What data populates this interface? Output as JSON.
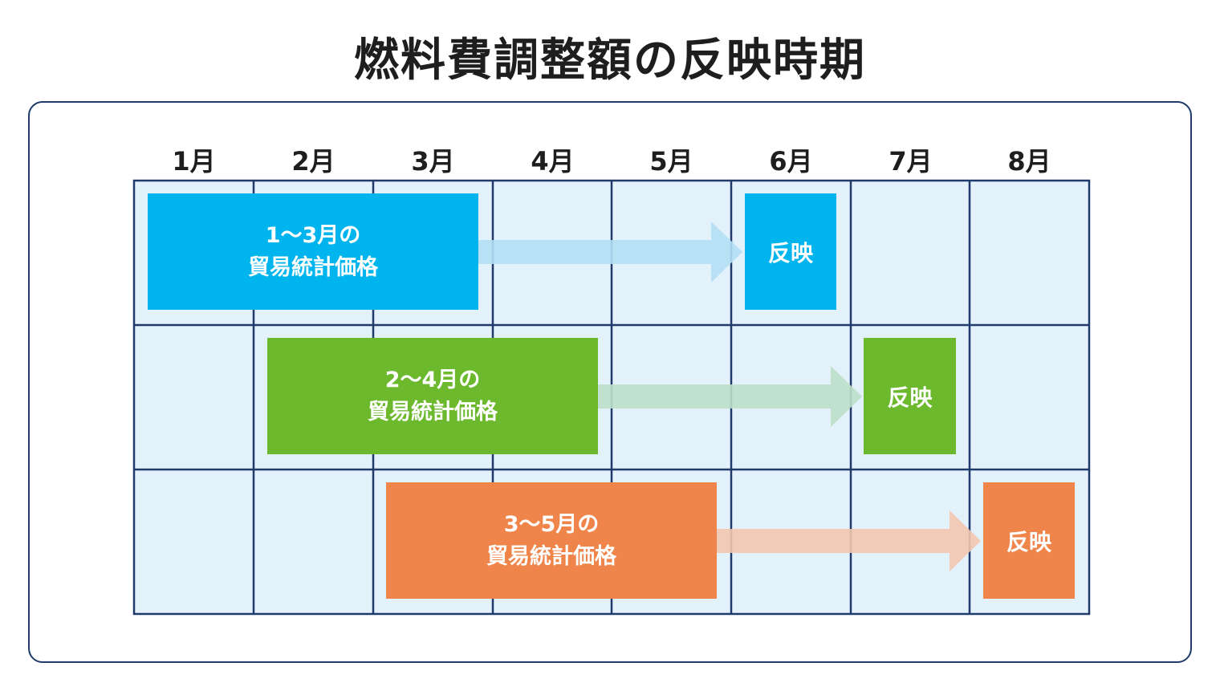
{
  "title": "燃料費調整額の反映時期",
  "months": [
    "1月",
    "2月",
    "3月",
    "4月",
    "5月",
    "6月",
    "7月",
    "8月"
  ],
  "rows": [
    {
      "period_label": "1～3月の",
      "price_label": "貿易統計価格",
      "result_label": "反映",
      "color": "#00b4ed",
      "arrow_color": "#b3dff5"
    },
    {
      "period_label": "2～4月の",
      "price_label": "貿易統計価格",
      "result_label": "反映",
      "color": "#6db92e",
      "arrow_color": "#badfc8"
    },
    {
      "period_label": "3～5月の",
      "price_label": "貿易統計価格",
      "result_label": "反映",
      "color": "#ef854a",
      "arrow_color": "#f2c6b0"
    }
  ],
  "colors": {
    "grid_fill": "#e3f1fb",
    "grid_line": "#1f3a6b",
    "frame": "#1f3a6b"
  }
}
